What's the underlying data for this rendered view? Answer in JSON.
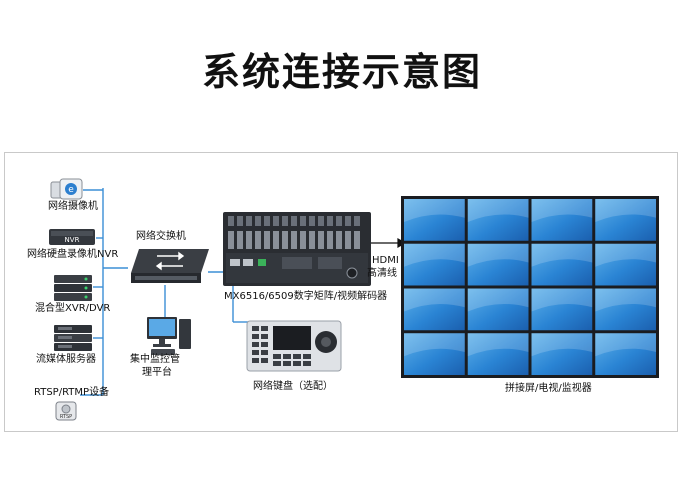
{
  "title": "系统连接示意图",
  "labels": {
    "ip_camera": "网络摄像机",
    "nvr": "网络硬盘录像机NVR",
    "hybrid_dvr": "混合型XVR/DVR",
    "streaming_server": "流媒体服务器",
    "rtsp_device": "RTSP/RTMP设备",
    "switch": "网络交换机",
    "monitor_platform_line1": "集中监控管",
    "monitor_platform_line2": "理平台",
    "matrix": "MX6516/6509数字矩阵/视频解码器",
    "hdmi_line1": "HDMI",
    "hdmi_line2": "高清线",
    "keyboard": "网络键盘（选配）",
    "video_wall": "拼接屏/电视/监视器"
  },
  "device_text": {
    "nvr_badge": "NVR",
    "rtsp_badge": "RTSP"
  },
  "colors": {
    "line_blue": "#3b8fd6",
    "panel_blue": "#1f6fc2",
    "panel_light": "#5fb2ea",
    "device_dark": "#2e3238"
  }
}
